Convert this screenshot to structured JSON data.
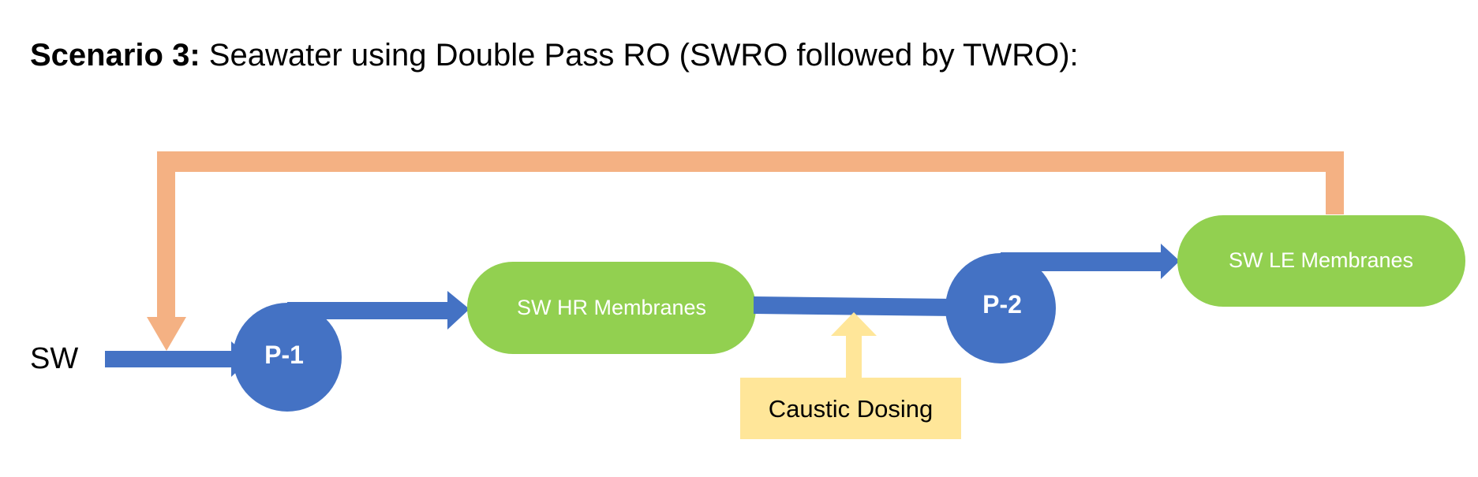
{
  "title": {
    "prefix": "Scenario 3:",
    "text": " Seawater using Double Pass RO (SWRO followed by TWRO):"
  },
  "nodes": {
    "feed_label": "SW",
    "pump1": "P-1",
    "hr_membranes": "SW HR Membranes",
    "pump2": "P-2",
    "le_membranes": "SW LE Membranes",
    "caustic": "Caustic Dosing"
  },
  "colors": {
    "flow": "#4472c4",
    "pump": "#4472c4",
    "membrane": "#92d050",
    "recycle": "#f4b183",
    "caustic": "#ffe699"
  }
}
